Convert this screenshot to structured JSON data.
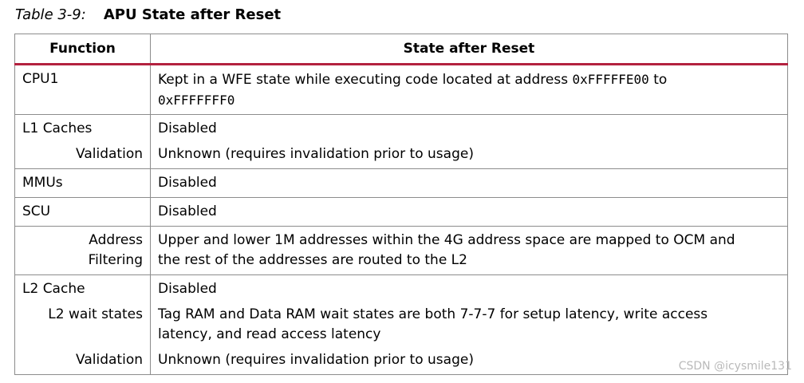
{
  "caption": {
    "number": "Table 3-9:",
    "title": "APU State after Reset"
  },
  "table": {
    "headers": [
      "Function",
      "State after Reset"
    ],
    "rows": [
      {
        "fn": "CPU1",
        "state_prefix": "Kept in a WFE state while executing code located at address ",
        "addr_start": "0xFFFFFE00",
        "state_mid": " to",
        "addr_end": "0xFFFFFFF0"
      },
      {
        "fn": "L1 Caches",
        "state": "Disabled",
        "sub_fn": "Validation",
        "sub_state": "Unknown (requires invalidation prior to usage)"
      },
      {
        "fn": "MMUs",
        "state": "Disabled"
      },
      {
        "fn": "SCU",
        "state": "Disabled"
      },
      {
        "fn_line1": "Address",
        "fn_line2": "Filtering",
        "state_line1": "Upper and lower 1M addresses within the 4G address space are mapped to OCM and",
        "state_line2": "the rest of the addresses are routed to the L2"
      },
      {
        "fn": "L2 Cache",
        "state": "Disabled",
        "sub1_fn": "L2 wait states",
        "sub1_state_line1": "Tag RAM and Data RAM wait states are both 7-7-7 for setup latency, write access",
        "sub1_state_line2": "latency, and read access latency",
        "sub2_fn": "Validation",
        "sub2_state": "Unknown (requires invalidation prior to usage)"
      }
    ]
  },
  "watermark": "CSDN @icysmile131"
}
